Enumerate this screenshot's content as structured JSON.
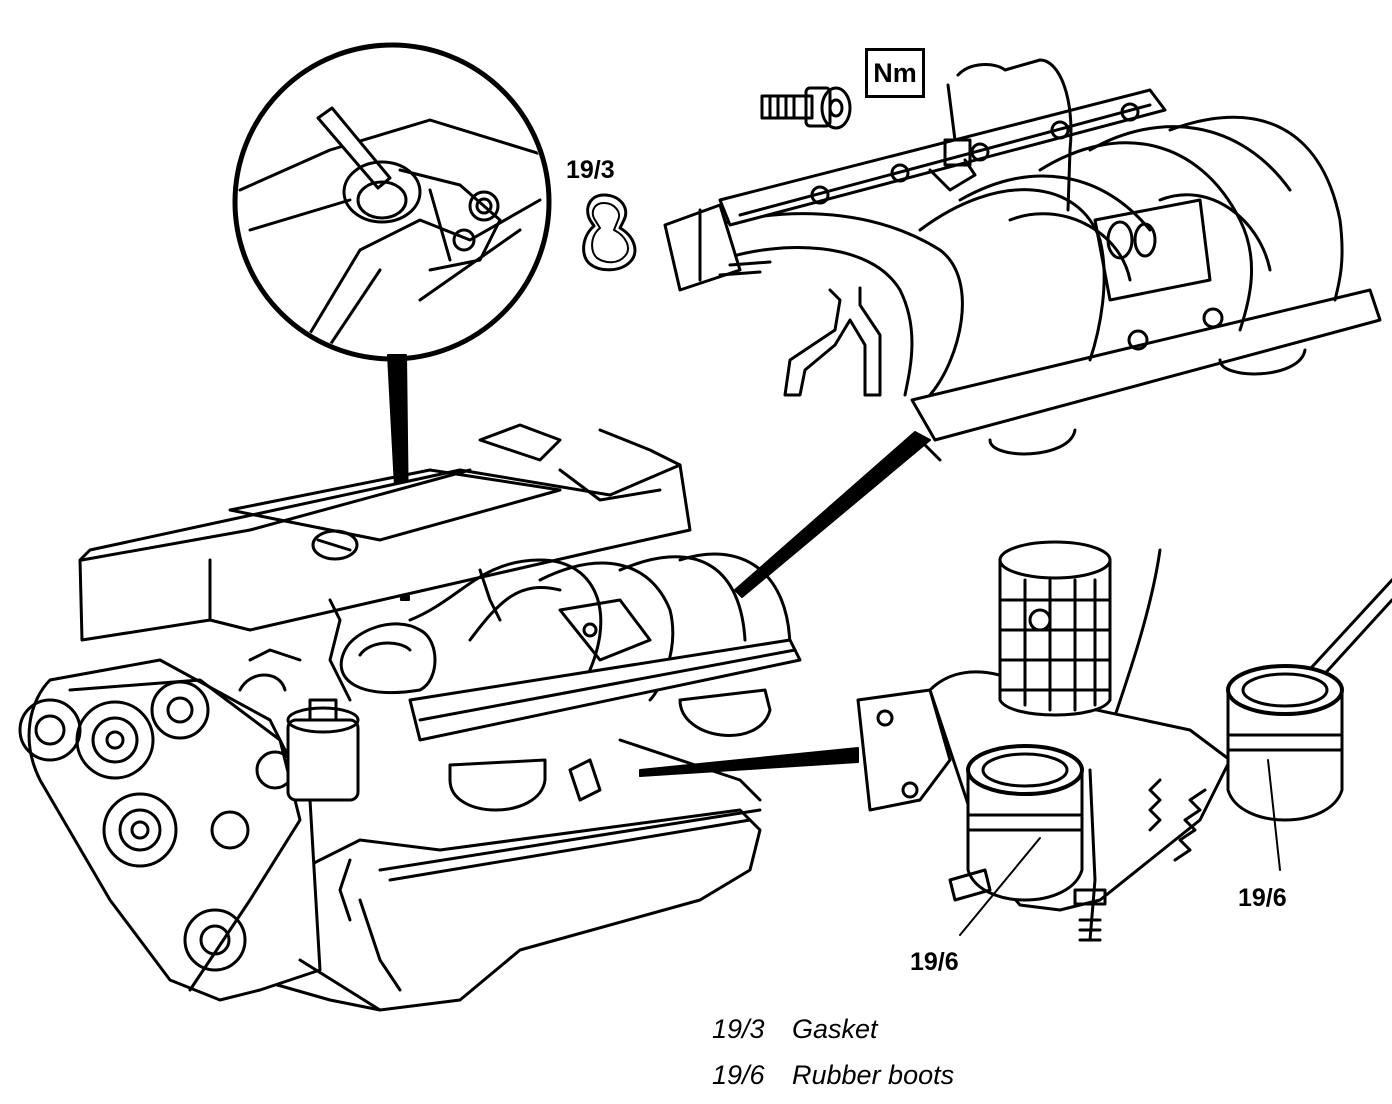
{
  "callouts": {
    "gasket_top": "19/3",
    "boot_left": "19/6",
    "boot_right": "19/6",
    "torque_badge": "Nm"
  },
  "legend": [
    {
      "code": "19/3",
      "text": "Gasket"
    },
    {
      "code": "19/6",
      "text": "Rubber boots"
    }
  ],
  "colors": {
    "line": "#000000",
    "background": "#ffffff"
  }
}
